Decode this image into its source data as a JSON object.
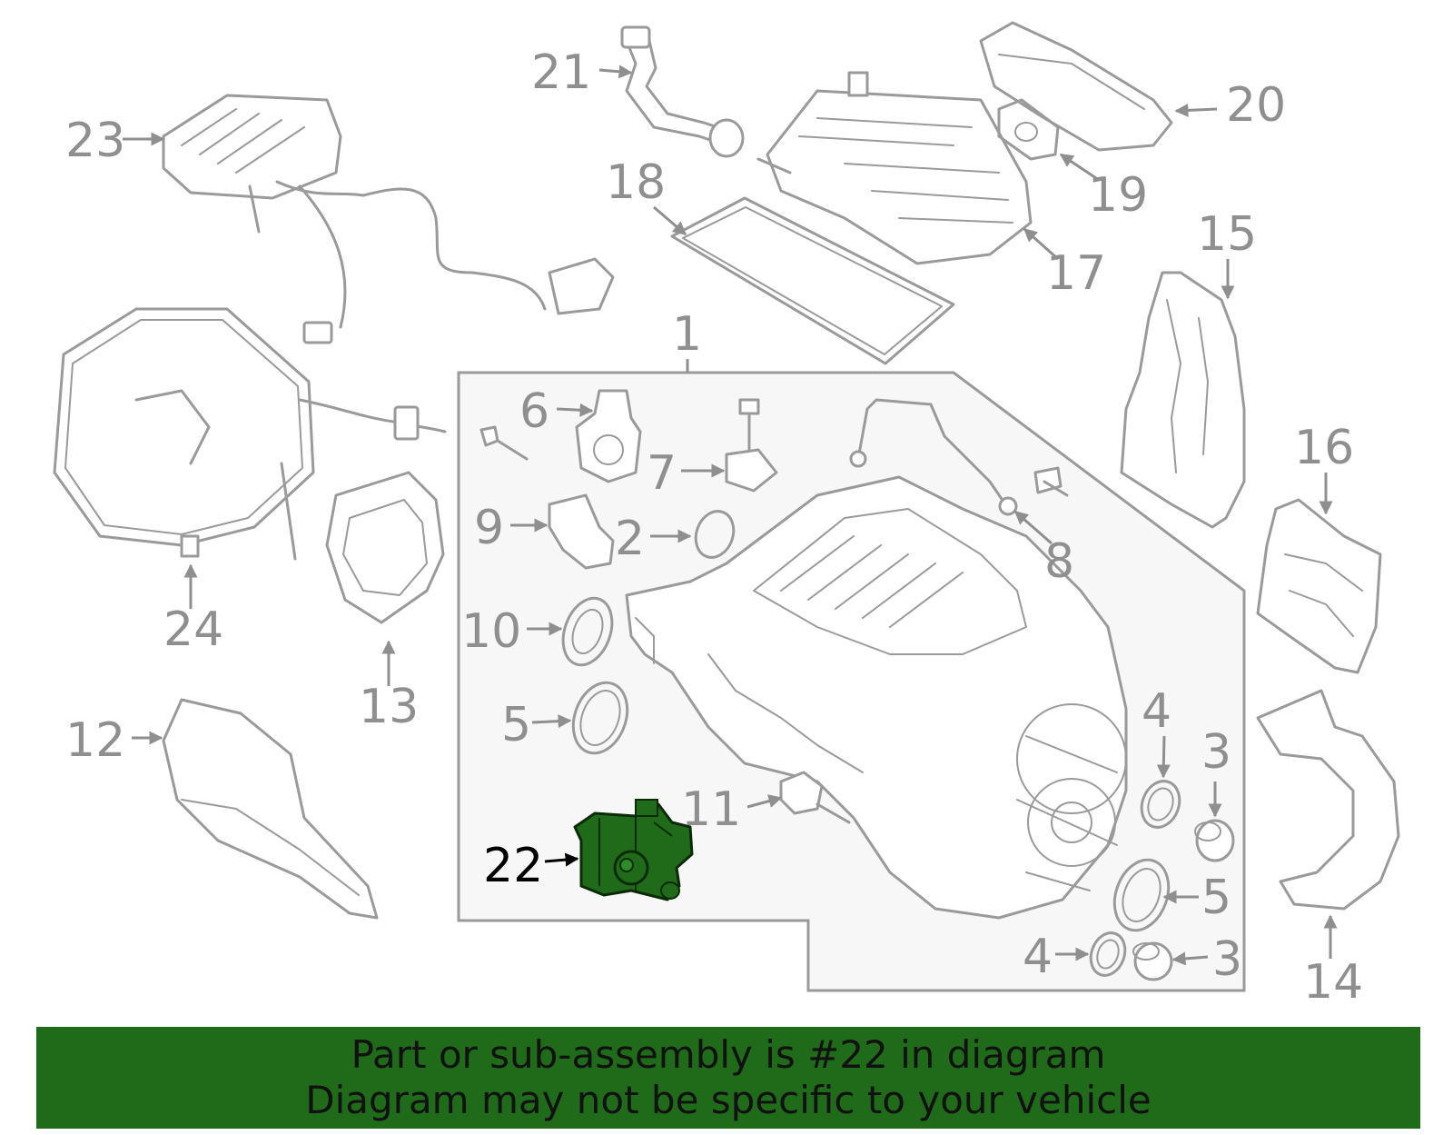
{
  "colors": {
    "highlight": "#1f6b1a",
    "banner_bg": "#1f6b1a",
    "line_art": "#9a9a9a",
    "assembly_box_fill": "#f7f7f7"
  },
  "callouts": {
    "c1": "1",
    "c2": "2",
    "c3a": "3",
    "c3b": "3",
    "c4a": "4",
    "c4b": "4",
    "c5a": "5",
    "c5b": "5",
    "c6": "6",
    "c7": "7",
    "c8": "8",
    "c9": "9",
    "c10": "10",
    "c11": "11",
    "c12": "12",
    "c13": "13",
    "c14": "14",
    "c15": "15",
    "c16": "16",
    "c17": "17",
    "c18": "18",
    "c19": "19",
    "c20": "20",
    "c21": "21",
    "c22": "22",
    "c23": "23",
    "c24": "24"
  },
  "highlighted_part": "22",
  "banner": {
    "line1": "Part or sub-assembly is #22 in diagram",
    "line2": "Diagram may not be specific to your vehicle"
  }
}
